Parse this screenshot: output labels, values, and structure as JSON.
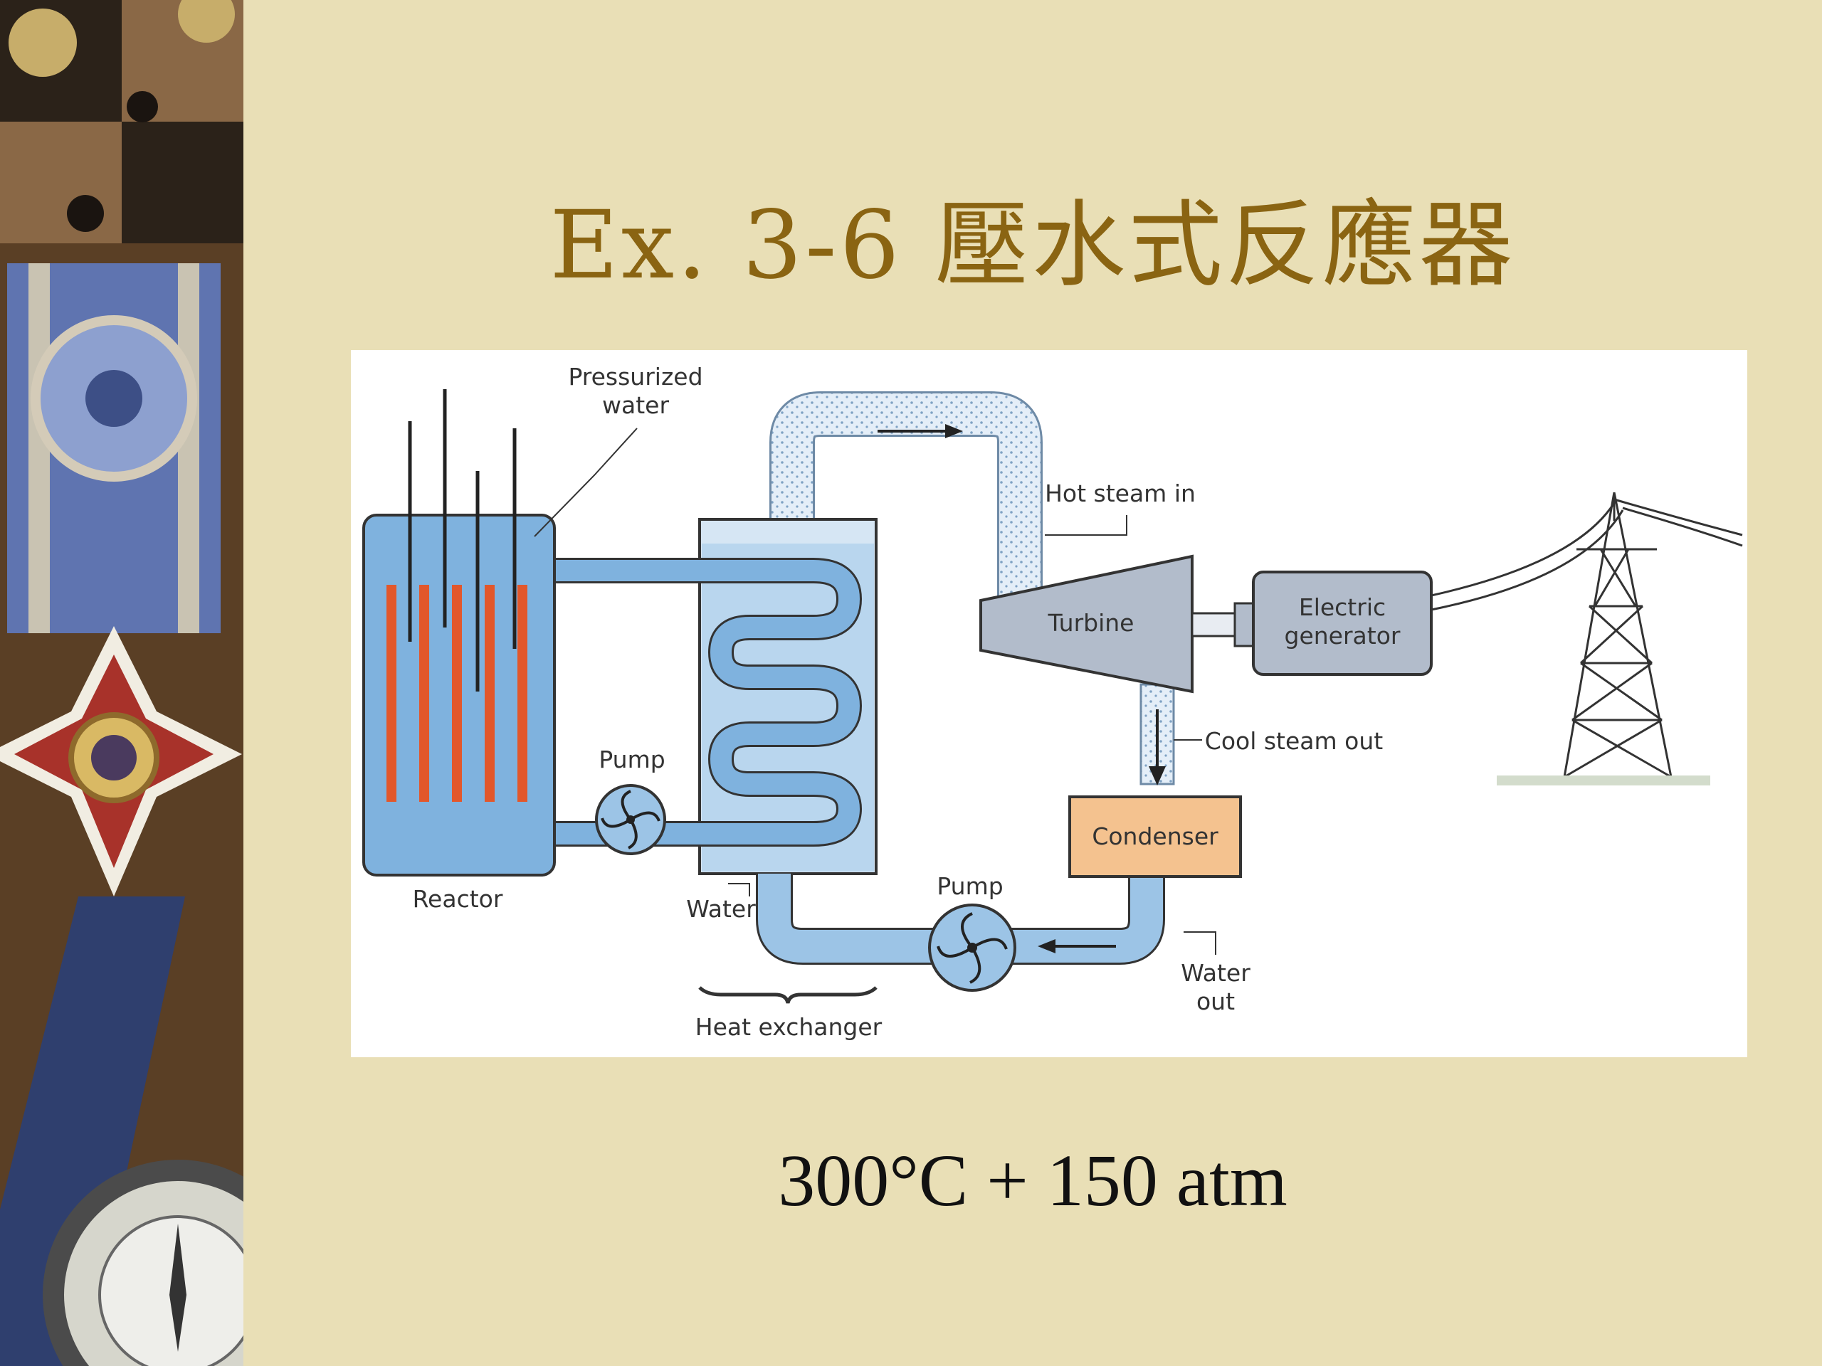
{
  "title": "Ex. 3-6 壓水式反應器",
  "conditions": "300°C + 150 atm",
  "diagram": {
    "labels": {
      "pressurized_water": "Pressurized\nwater",
      "hot_steam_in": "Hot steam in",
      "turbine": "Turbine",
      "electric_generator": "Electric\ngenerator",
      "cool_steam_out": "Cool steam out",
      "pump_primary": "Pump",
      "condenser": "Condenser",
      "reactor": "Reactor",
      "water": "Water",
      "pump_secondary": "Pump",
      "water_out": "Water\nout",
      "heat_exchanger": "Heat exchanger"
    },
    "colors": {
      "water_blue": "#7fb2de",
      "light_blue": "#b9d6ee",
      "fuel_rod": "#e2572b",
      "component_gray": "#b2bccb",
      "condenser_fill": "#f4c28f"
    }
  }
}
